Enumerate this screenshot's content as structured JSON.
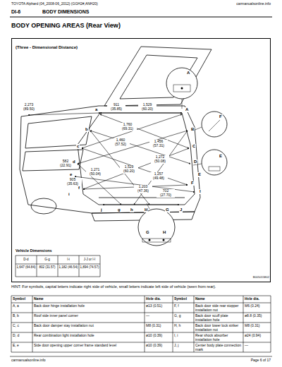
{
  "diagram": {
    "title": "BODY OPENING AREAS (Rear View)",
    "nodes": [
      {
        "text": [
          "(Three - Dimensional Distance)"
        ]
      }
    ],
    "labels": [
      "TOYOTA Alphard (04_2008-06_2012) (GGH2#,ANH20)",
      "carmanualsonline.info",
      "DI-6",
      "BODY DIMENSIONS",
      "2,273 (89.50)",
      "911 (35.85)",
      "1,529 (60.20)",
      "1,760 (69.31)",
      "1,460 (57.52)",
      "1,456 (57.31)",
      "1,272 (50.08)",
      "582 (22.91)",
      "1,271 (50.04)",
      "1,529 (60.20)",
      "1,257 (49.48)",
      "905 (35.63)",
      "1,203 (47.36)",
      "702 (27.70)",
      "a",
      "A",
      "b",
      "B",
      "c",
      "C",
      "d",
      "D",
      "e",
      "E",
      "f",
      "F",
      "g",
      "G",
      "h",
      "H",
      "i",
      "I",
      "j",
      "J",
      "A",
      "F",
      "E",
      "G",
      "H",
      "Vehicle Dimensions",
      "D-d",
      "G-g",
      "I-i",
      "J-J or I-I",
      "1,647 (64.84)",
      "802 (31.57)",
      "1,182 (46.54)",
      "1,894 (74.57)",
      "B005015E02",
      "HINT: For symbols, capital letters indicate right side of vehicle, small letters indicate left side of vehicle (seen from rear).",
      "Symbol",
      "Name",
      "Hole dia.",
      "Symbol",
      "Name",
      "Hole dia.",
      "A, a",
      "Back door hinge installation hole",
      "ø13 (0.51)",
      "F, f",
      "Back door side rear stopper installation nut",
      "M6 (0.24)",
      "B, b",
      "Roof side inner panel corner",
      "—",
      "G, g",
      "Back door scuff plate installation hole",
      "ø8.8 (0.35)",
      "C, c",
      "Back door damper stay installation nut",
      "M8 (0.31)",
      "H, h",
      "Back door lower lock striker installation nut",
      "M8 (0.31)",
      "D, d",
      "Rear combination light installation hole",
      "ø10 (0.39)",
      "I, i",
      "Rear shock absorber installation hole",
      "ø24 (0.94)",
      "E, e",
      "Side door opening upper corner frame standard level",
      "ø10 (0.39)",
      "J, j",
      "Center body plate connection mark",
      "—",
      "carmanualsonline.info",
      "Page 6 of 17"
    ]
  }
}
